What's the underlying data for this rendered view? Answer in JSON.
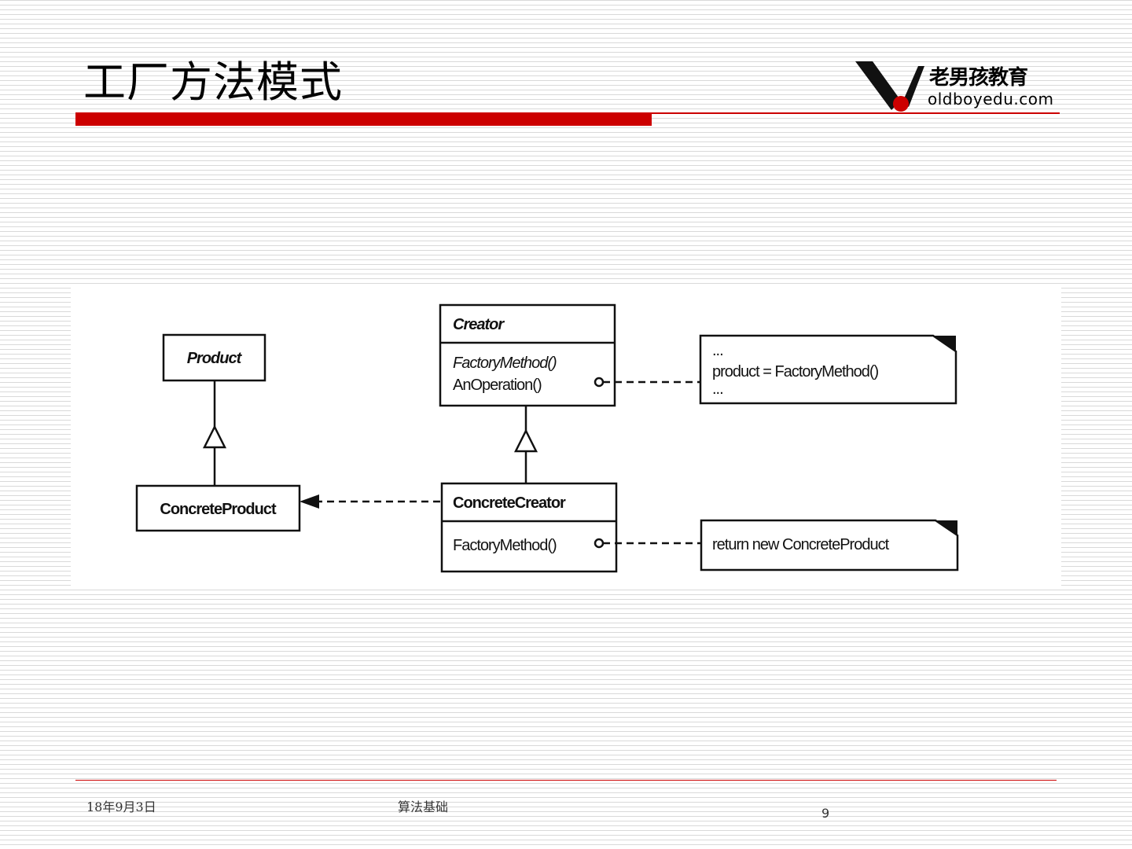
{
  "slide": {
    "title": "工厂方法模式",
    "logo": {
      "cn": "老男孩教育",
      "en": "oldboyedu.com"
    },
    "footer": {
      "date": "18年9月3日",
      "center": "算法基础",
      "page": "9"
    }
  },
  "diagram": {
    "product": "Product",
    "concrete_product": "ConcreteProduct",
    "creator": "Creator",
    "creator_op1": "FactoryMethod()",
    "creator_op2": "AnOperation()",
    "concrete_creator": "ConcreteCreator",
    "concrete_creator_op": "FactoryMethod()",
    "note1_line1": "...",
    "note1_line2": "product = FactoryMethod()",
    "note1_line3": "...",
    "note2": "return new ConcreteProduct"
  },
  "colors": {
    "accent": "#cc0000",
    "stripe": "#d9d9d9"
  }
}
